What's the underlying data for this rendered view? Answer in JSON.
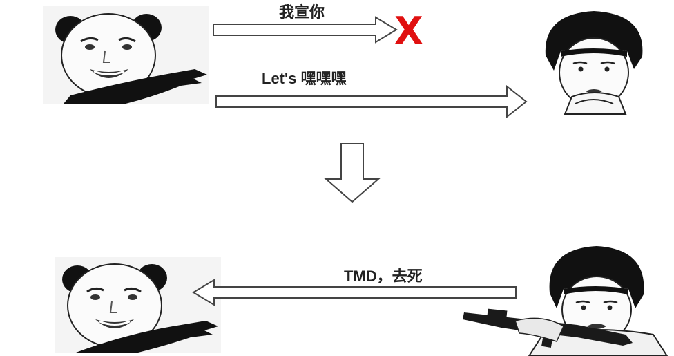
{
  "labels": {
    "top_arrow": "我宣你",
    "middle_arrow": "Let's 嘿嘿嘿",
    "bottom_arrow": "TMD，去死",
    "reject_mark": "X"
  },
  "characters": {
    "panda_top": "panda-meme-pointing-icon",
    "bowlcut_top": "bowl-cut-thinking-meme-icon",
    "panda_bottom": "panda-meme-pointing-icon",
    "bowlcut_bottom": "bowl-cut-rifle-meme-icon"
  },
  "colors": {
    "reject": "#e01010",
    "arrow_stroke": "#444444",
    "text": "#222222"
  }
}
